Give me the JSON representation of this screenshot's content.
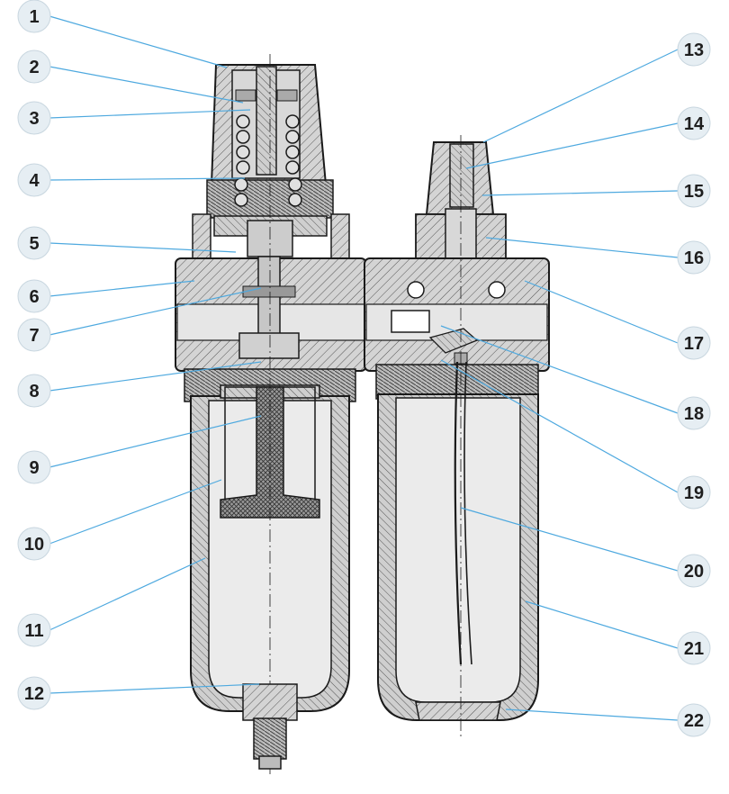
{
  "callouts_left": [
    "1",
    "2",
    "3",
    "4",
    "5",
    "6",
    "7",
    "8",
    "9",
    "10",
    "11",
    "12"
  ],
  "callouts_right": [
    "13",
    "14",
    "15",
    "16",
    "17",
    "18",
    "19",
    "20",
    "21",
    "22"
  ],
  "colors": {
    "badge_fill": "#e6eef3",
    "badge_edge": "#c8d6df",
    "badge_text": "#1e1e1e",
    "leader": "#4ea9df",
    "outline": "#1a1a1a",
    "section": "#cfcfcf",
    "metal": "#bdbdbd",
    "bowl_inner": "#ececec",
    "filter": "#8a8a8a"
  }
}
